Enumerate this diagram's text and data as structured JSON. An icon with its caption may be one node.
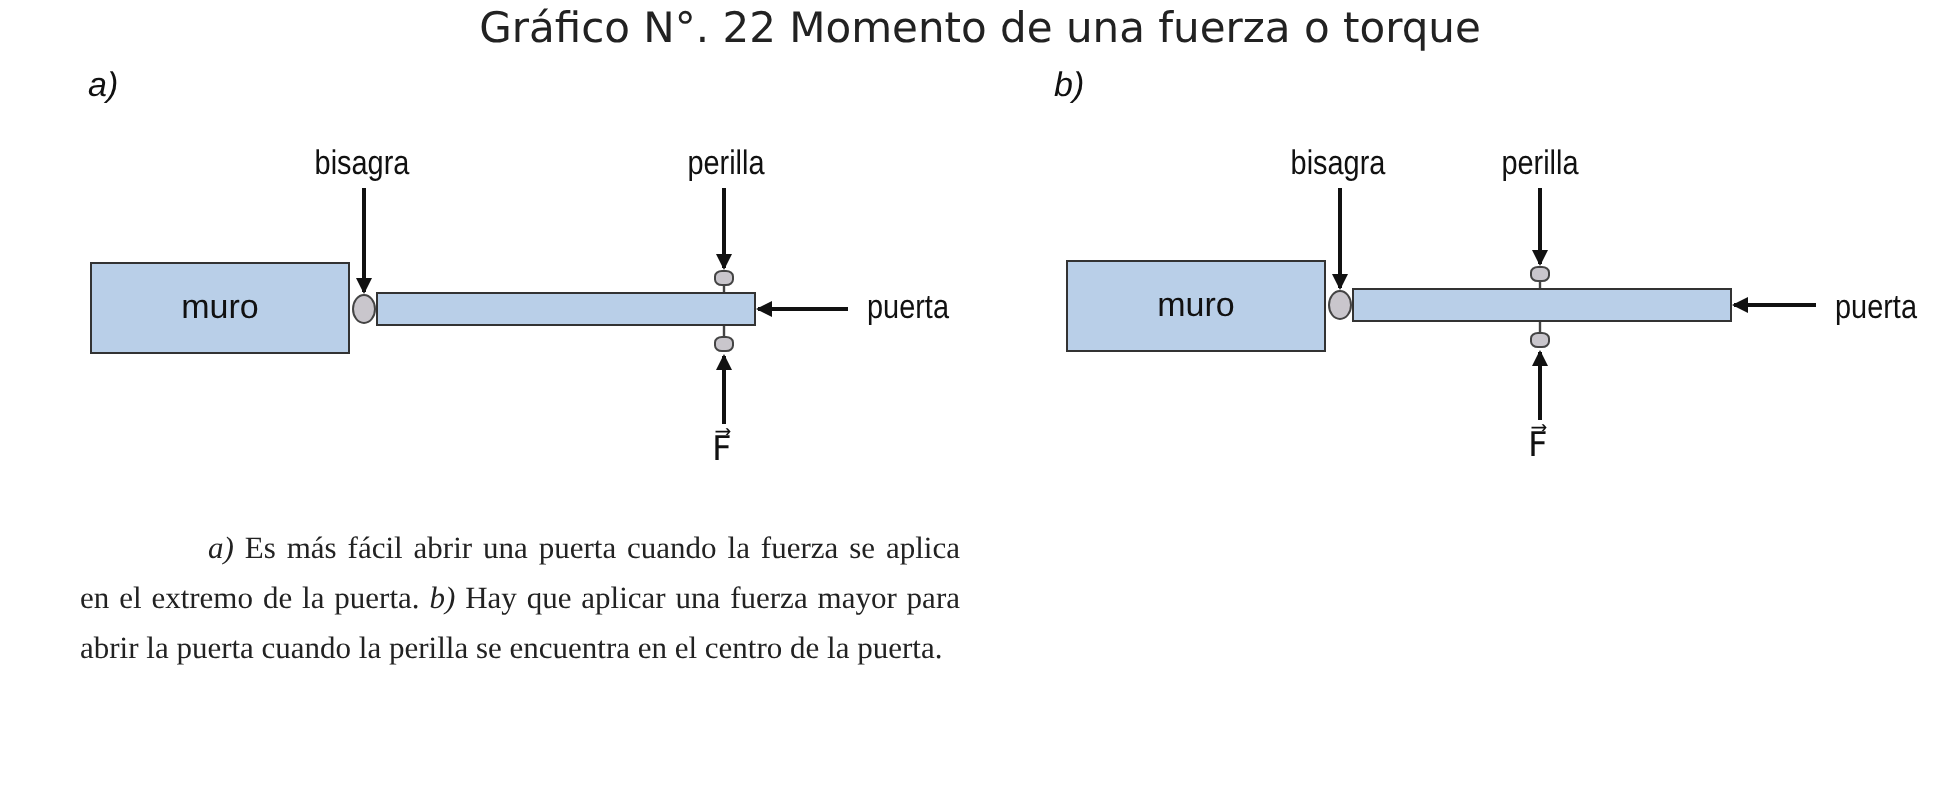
{
  "diagram": {
    "title": "Gráfico N°. 22 Momento de una fuerza o torque",
    "nodes": [
      {
        "text": [
          "muro"
        ]
      },
      {
        "text": [],
        "shape": "bar"
      },
      {
        "text": [],
        "shape": "circle"
      },
      {
        "text": [],
        "shape": "circle"
      },
      {
        "text": [],
        "shape": "circle"
      },
      {
        "text": [
          "bisagra"
        ]
      },
      {
        "text": [
          "perilla"
        ]
      },
      {
        "text": [
          "puerta"
        ]
      },
      {
        "text": [
          "muro"
        ]
      },
      {
        "text": [],
        "shape": "bar"
      },
      {
        "text": [],
        "shape": "circle"
      },
      {
        "text": [],
        "shape": "circle"
      },
      {
        "text": [],
        "shape": "circle"
      },
      {
        "text": [
          "bisagra"
        ]
      },
      {
        "text": [
          "perilla"
        ]
      },
      {
        "text": [
          "puerta"
        ]
      }
    ],
    "edges": [
      {
        "from": 5,
        "to": 2,
        "arrow": "to"
      },
      {
        "from": 6,
        "to": 3,
        "arrow": "to"
      },
      {
        "from": 7,
        "to": 1,
        "arrow": "to"
      },
      {
        "from": 13,
        "to": 10,
        "arrow": "to"
      },
      {
        "from": 14,
        "to": 11,
        "arrow": "to"
      },
      {
        "from": 15,
        "to": 9,
        "arrow": "to"
      }
    ],
    "labels": [
      "a)",
      "b)",
      "F⃗",
      "F⃗"
    ],
    "caption": "*a)* Es más fácil abrir una puerta cuando la fuerza se aplica en el extremo de la puerta. *b)* Hay que aplicar una fuerza mayor para abrir la puerta cuando la perilla se encuentra en el centro de la puerta."
  }
}
